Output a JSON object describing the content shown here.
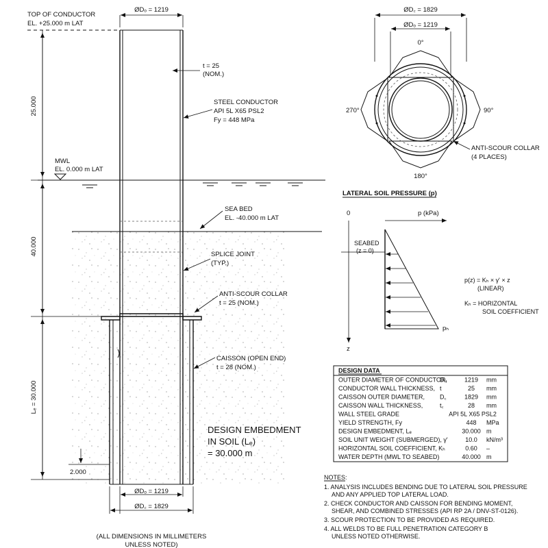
{
  "elevation": {
    "top_label": "TOP OF CONDUCTOR",
    "top_el": "EL. +25.000 m LAT",
    "mwl_label": "MWL",
    "mwl_el": "EL. 0.000 m LAT",
    "seabed_label": "SEA BED",
    "seabed_el": "EL. -40.000 m LAT",
    "dim_top": "25.000",
    "dim_mid": "40.000",
    "dim_low": "Lₑ = 30.000",
    "dim_2": "2.000",
    "do_top": "ØDₒ = 1219",
    "do_bot": "ØDₒ = 1219",
    "dc_bot": "ØD꜀ = 1829",
    "t_label": "t = 25",
    "t_nom": "(NOM.)",
    "conductor_1": "STEEL CONDUCTOR",
    "conductor_2": "API 5L X65 PSL2",
    "conductor_3": "Fy = 448 MPa",
    "splice_1": "SPLICE JOINT",
    "splice_2": "(TYP.)",
    "collar_1": "ANTI-SCOUR COLLAR",
    "collar_2": "t = 25 (NOM.)",
    "caisson_1": "CAISSON (OPEN END)",
    "caisson_2": "t = 28 (NOM.)",
    "embed_1": "DESIGN EMBEDMENT",
    "embed_2": "IN SOIL (Lₑ)",
    "embed_3": "= 30.000 m",
    "units_1": "(ALL DIMENSIONS IN MILLIMETERS",
    "units_2": "UNLESS NOTED)"
  },
  "plan": {
    "dc": "ØD꜀ = 1829",
    "do": "ØDₒ = 1219",
    "deg0": "0°",
    "deg90": "90°",
    "deg180": "180°",
    "deg270": "270°",
    "collar_1": "ANTI-SCOUR COLLAR",
    "collar_2": "(4 PLACES)"
  },
  "pressure": {
    "title": "LATERAL SOIL PRESSURE (p)",
    "origin": "0",
    "p_axis": "p (kPa)",
    "seabed_1": "SEABED",
    "seabed_2": "(z = 0)",
    "z_axis": "z",
    "ph": "pₕ",
    "formula": "p(z) = Kₕ × γ' × z",
    "linear": "(LINEAR)",
    "kh_1": "Kₕ = HORIZONTAL",
    "kh_2": "SOIL COEFFICIENT"
  },
  "design_data": {
    "title": "DESIGN DATA",
    "rows": [
      {
        "param": "OUTER DIAMETER OF CONDUCTOR,",
        "sym": "Dₒ",
        "value": "1219",
        "unit": "mm"
      },
      {
        "param": "CONDUCTOR WALL THICKNESS,",
        "sym": "t",
        "value": "25",
        "unit": "mm"
      },
      {
        "param": "CAISSON OUTER DIAMETER,",
        "sym": "D꜀",
        "value": "1829",
        "unit": "mm"
      },
      {
        "param": "CAISSON WALL THICKNESS,",
        "sym": "t꜀",
        "value": "28",
        "unit": "mm"
      },
      {
        "param": "WALL STEEL GRADE",
        "sym": "",
        "value": "API 5L X65 PSL2",
        "unit": ""
      },
      {
        "param": "YIELD STRENGTH, Fy",
        "sym": "",
        "value": "448",
        "unit": "MPa"
      },
      {
        "param": "DESIGN EMBEDMENT, Lₑ",
        "sym": "",
        "value": "30.000",
        "unit": "m"
      },
      {
        "param": "SOIL UNIT WEIGHT (SUBMERGED), γ'",
        "sym": "",
        "value": "10.0",
        "unit": "kN/m³"
      },
      {
        "param": "HORIZONTAL SOIL COEFFICIENT, Kₕ",
        "sym": "",
        "value": "0.60",
        "unit": "–"
      },
      {
        "param": "WATER DEPTH (MWL TO SEABED)",
        "sym": "",
        "value": "40.000",
        "unit": "m"
      }
    ]
  },
  "notes": {
    "title": "NOTES:",
    "n1a": "1.  ANALYSIS INCLUDES BENDING DUE TO LATERAL SOIL PRESSURE",
    "n1b": "AND ANY APPLIED TOP LATERAL LOAD.",
    "n2a": "2.  CHECK CONDUCTOR AND CAISSON FOR BENDING MOMENT,",
    "n2b": "SHEAR, AND COMBINED STRESSES (API RP 2A / DNV-ST-0126).",
    "n3": "3.  SCOUR PROTECTION TO BE PROVIDED AS REQUIRED.",
    "n4a": "4.  ALL WELDS TO BE FULL PENETRATION CATEGORY B",
    "n4b": "UNLESS NOTED OTHERWISE."
  }
}
